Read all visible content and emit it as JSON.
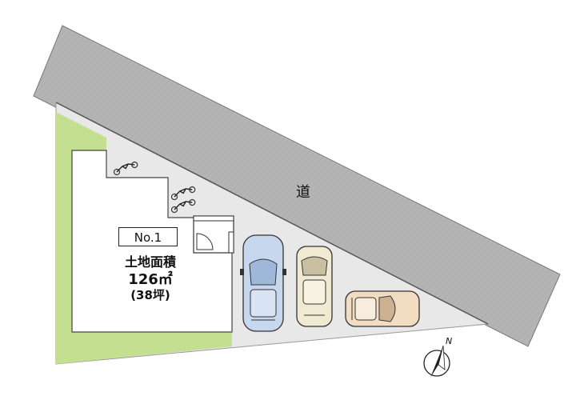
{
  "road": {
    "label": "道"
  },
  "lot": {
    "number": "No.1",
    "area_title": "土地面積",
    "area_value": "126㎡",
    "area_tsubo": "(38坪)"
  },
  "compass": {
    "letter": "N"
  },
  "colors": {
    "road": "#b4b4b4",
    "lot_paving": "#e8e8e8",
    "garden": "#c5df91",
    "building": "#ffffff",
    "car_blue": "#c7d8ee",
    "car_cream": "#f1ead2",
    "car_beige": "#f2dcc2"
  },
  "icons": [
    "bicycle-icon",
    "car-icon",
    "north-arrow-icon",
    "entrance-door-icon"
  ]
}
